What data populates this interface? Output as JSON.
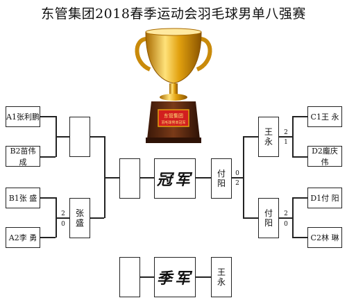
{
  "title": "东管集团2018春季运动会羽毛球男单八强赛",
  "trophy": {
    "plaque_line1": "东管集团",
    "plaque_line2": "羽毛球男单冠军",
    "colors": {
      "gold": "#e2a10f",
      "gold_light": "#ffe27a",
      "gold_dark": "#a86a00",
      "base": "#5b2a12",
      "plaque": "#d21f1f"
    }
  },
  "left": {
    "players": {
      "a1": "A1张利鹏",
      "b2": "B2苗伟成",
      "b1": "B1张 盛",
      "a2": "A2李 勇"
    },
    "semi_bottom_winner": "张盛",
    "scores": {
      "b1": "2",
      "a2": "0"
    }
  },
  "right": {
    "players": {
      "c1": "C1王 永",
      "d2": "D2龐庆伟",
      "d1": "D1付 阳",
      "c2": "C2林 琳"
    },
    "semi_top_winner": "王永",
    "semi_bottom_winner": "付阳",
    "scores_top": {
      "c1": "2",
      "d2": "1"
    },
    "scores_bottom": {
      "d1": "2",
      "c2": "0"
    }
  },
  "final": {
    "champion_label": "冠军",
    "finalist_right": "付阳",
    "scores": {
      "top": "0",
      "bottom": "2"
    }
  },
  "third_place": {
    "label": "季军",
    "right_name": "王永"
  }
}
